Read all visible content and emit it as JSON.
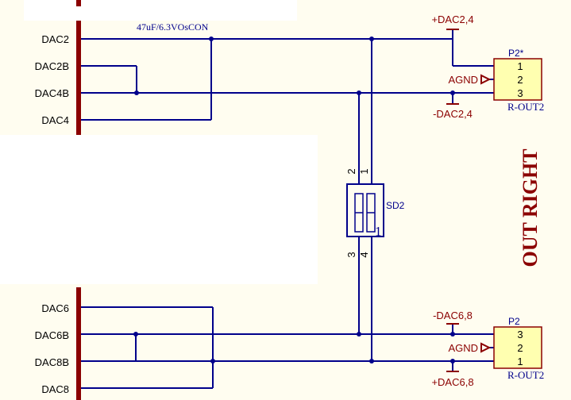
{
  "bus_labels": [
    "DAC2",
    "DAC2B",
    "DAC4B",
    "DAC4",
    "DAC6",
    "DAC6B",
    "DAC8B",
    "DAC8"
  ],
  "top_note": "47uF/6.3VOsCON",
  "power": {
    "pos_2_4": "+DAC2,4",
    "neg_2_4": "-DAC2,4",
    "neg_6_8": "-DAC6,8",
    "pos_6_8": "+DAC6,8",
    "agnd": "AGND"
  },
  "switch": {
    "designator": "SD2",
    "pins": {
      "p1": "1",
      "p2": "2",
      "p3": "3",
      "p4": "4"
    },
    "body_num": "1"
  },
  "connector_top": {
    "designator": "P2*",
    "comment": "R-OUT2",
    "pins": [
      "1",
      "2",
      "3"
    ]
  },
  "connector_bottom": {
    "designator": "P2",
    "comment": "R-OUT2",
    "pins": [
      "3",
      "2",
      "1"
    ]
  },
  "section_title": "OUT RIGHT",
  "colors": {
    "background": "#fffdf0",
    "wire": "#00008b",
    "power": "#8b0000",
    "bus": "#8b0000",
    "connector_fill": "#ffffb0",
    "designator": "#00008b",
    "title": "#8b0000"
  }
}
